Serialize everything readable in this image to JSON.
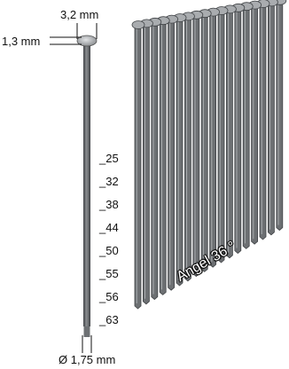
{
  "diagram": {
    "head_diameter": "3,2 mm",
    "head_thickness": "1,3 mm",
    "shank_diameter": "Ø 1,75 mm",
    "angle_label": "Angel 36 °",
    "lengths": [
      "25",
      "32",
      "38",
      "44",
      "50",
      "55",
      "56",
      "63"
    ],
    "colors": {
      "nail": "#6d7073",
      "nail_dark": "#3f4245",
      "nail_light": "#a9acaf",
      "text": "#111111"
    }
  }
}
